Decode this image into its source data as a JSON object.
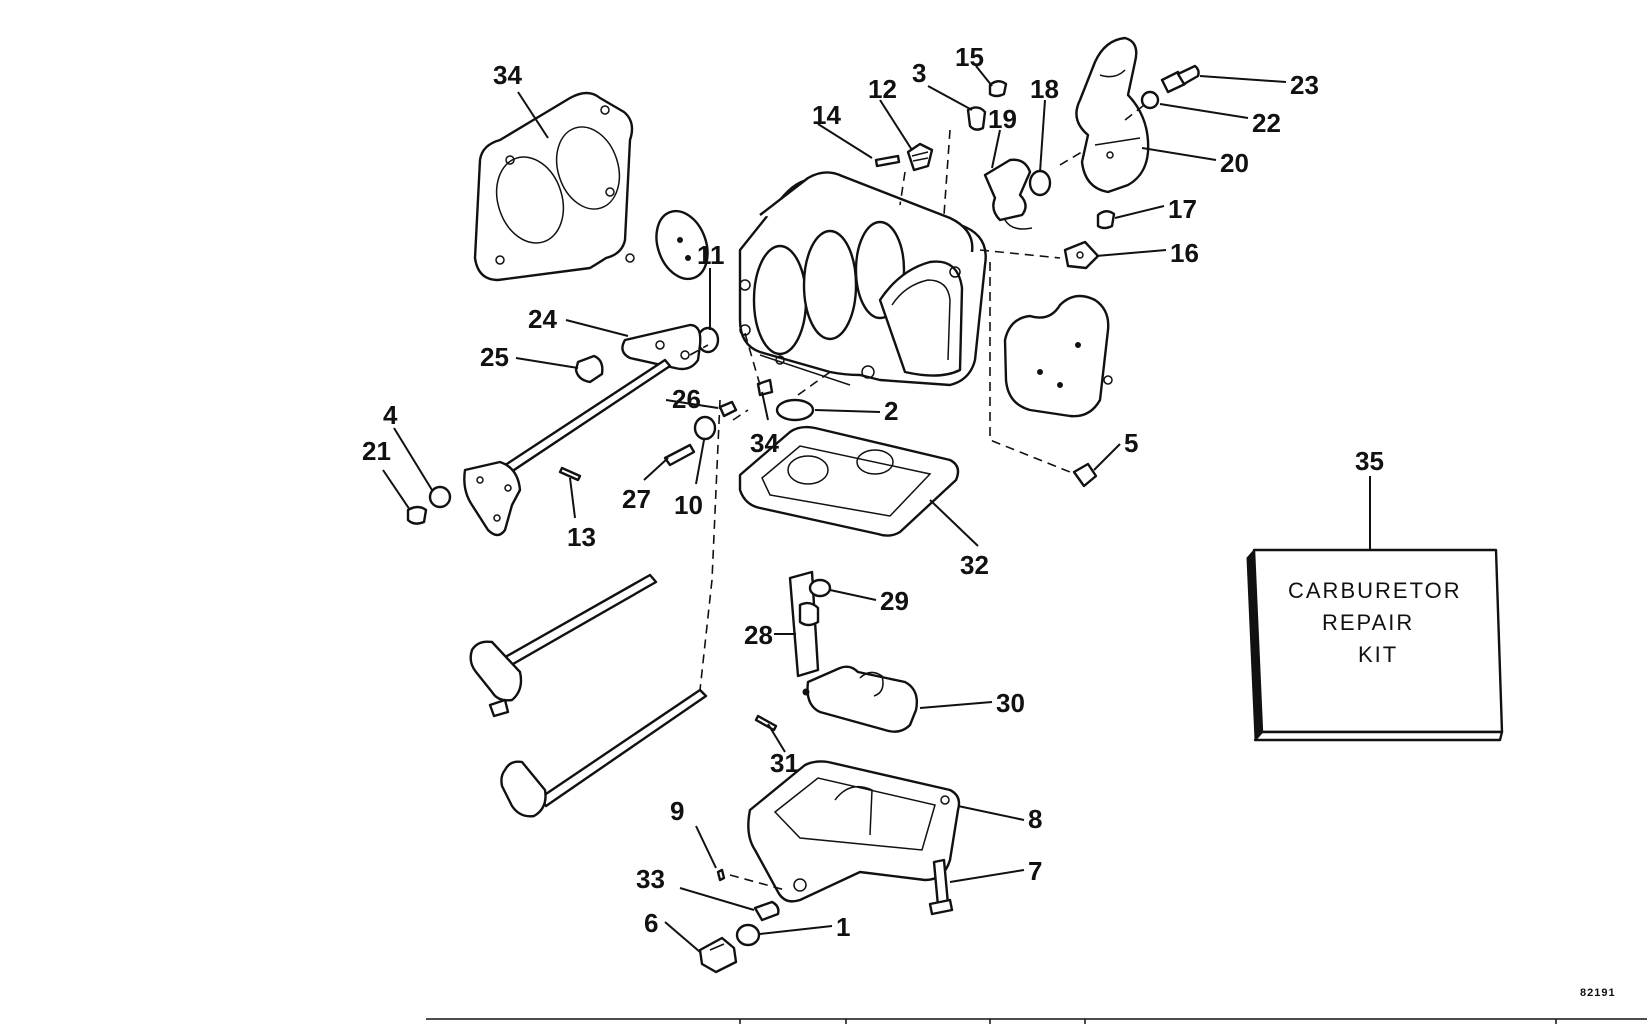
{
  "diagram": {
    "callouts": {
      "c1": "1",
      "c2": "2",
      "c3": "3",
      "c4": "4",
      "c5": "5",
      "c6": "6",
      "c7": "7",
      "c8": "8",
      "c9": "9",
      "c10": "10",
      "c11": "11",
      "c12": "12",
      "c13": "13",
      "c14": "14",
      "c15": "15",
      "c16": "16",
      "c17": "17",
      "c18": "18",
      "c19": "19",
      "c20": "20",
      "c21": "21",
      "c22": "22",
      "c23": "23",
      "c24": "24",
      "c25": "25",
      "c26": "26",
      "c27": "27",
      "c28": "28",
      "c29": "29",
      "c30": "30",
      "c31": "31",
      "c32": "32",
      "c33": "33",
      "c34a": "34",
      "c34b": "34",
      "c35": "35"
    },
    "kit": {
      "line1": "CARBURETOR",
      "line2": "REPAIR",
      "line3": "KIT"
    },
    "figure_number": "82191"
  }
}
